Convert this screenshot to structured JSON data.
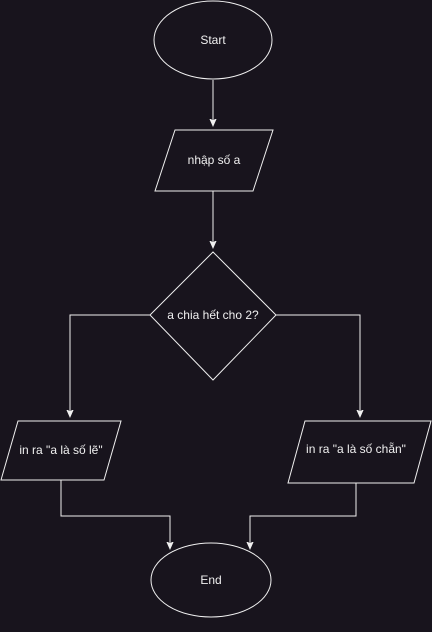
{
  "diagram": {
    "colors": {
      "background": "#18141d",
      "stroke": "#f0f0f0",
      "text": "#f0f0f0"
    },
    "nodes": {
      "start": {
        "label": "Start"
      },
      "input": {
        "label": "nhập số a"
      },
      "decision": {
        "label": "a chia hết cho 2?"
      },
      "print_odd": {
        "label": "in ra \"a là số lẽ\""
      },
      "print_even": {
        "label": "in ra \"a là số chẵn\""
      },
      "end": {
        "label": "End"
      }
    }
  }
}
